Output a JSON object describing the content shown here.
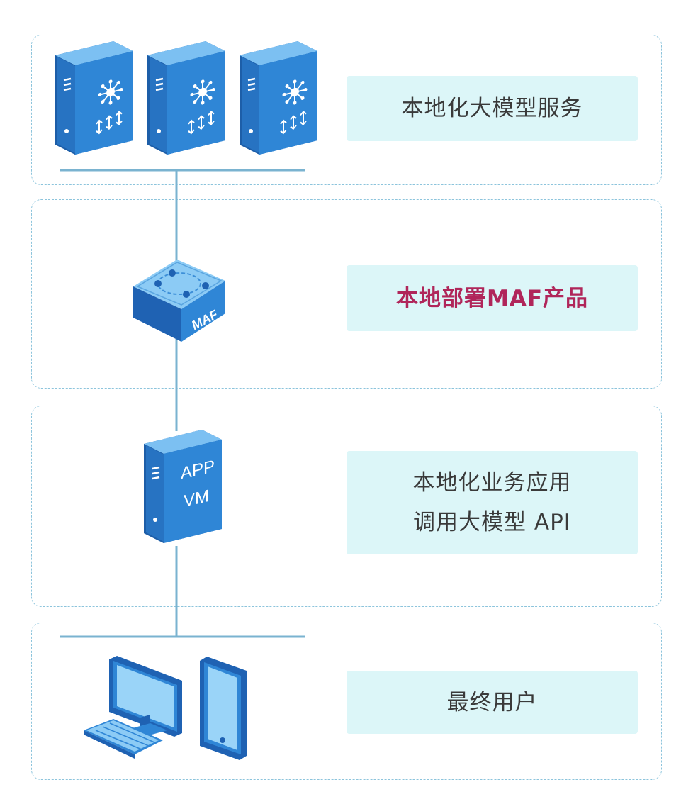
{
  "tiers": [
    {
      "label_lines": [
        "本地化大模型服务"
      ],
      "accent": false
    },
    {
      "label_lines": [
        "本地部署MAF产品"
      ],
      "accent": true
    },
    {
      "label_lines": [
        "本地化业务应用",
        "调用大模型 API"
      ],
      "accent": false
    },
    {
      "label_lines": [
        "最终用户"
      ],
      "accent": false
    }
  ],
  "devices": {
    "maf_box_text": "MAF",
    "app_vm_lines": [
      "APP",
      "VM"
    ]
  },
  "colors": {
    "device_blue": "#2f86d6",
    "device_dark": "#1f62b3",
    "device_light": "#7cc0f2",
    "line": "#7ab3d0",
    "dash": "#8cc4dc",
    "label_bg": "#dcf6f8",
    "accent_text": "#b0265a"
  }
}
